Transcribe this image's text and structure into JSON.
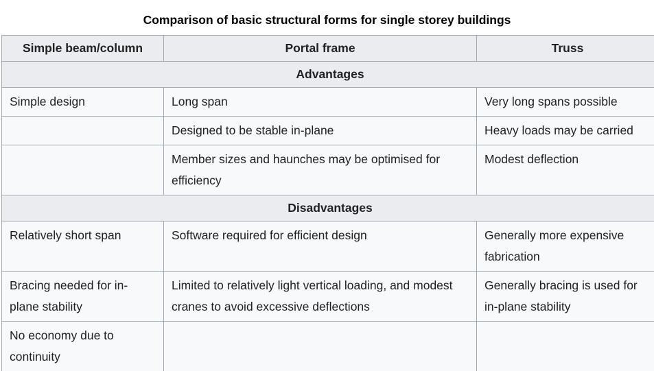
{
  "title": "Comparison of basic structural forms for single storey buildings",
  "table": {
    "columns": [
      "Simple beam/column",
      "Portal frame",
      "Truss"
    ],
    "sections": [
      {
        "label": "Advantages",
        "rows": [
          [
            "Simple design",
            "Long span",
            "Very long spans possible"
          ],
          [
            "",
            "Designed to be stable in-plane",
            "Heavy loads may be carried"
          ],
          [
            "",
            "Member sizes and haunches may be optimised for efficiency",
            "Modest deflection"
          ]
        ]
      },
      {
        "label": "Disadvantages",
        "rows": [
          [
            "Relatively short span",
            "Software required for efficient design",
            "Generally more expensive fabrication"
          ],
          [
            "Bracing needed for in-plane stability",
            "Limited to relatively light vertical loading, and modest cranes to avoid excessive deflections",
            "Generally bracing is used for in-plane stability"
          ],
          [
            "No economy due to continuity",
            "",
            ""
          ]
        ]
      }
    ]
  },
  "colors": {
    "header_bg": "#eaecf0",
    "cell_bg": "#f8f9fa",
    "border": "#a2a9b1",
    "text": "#202122",
    "page_bg": "#ffffff"
  }
}
